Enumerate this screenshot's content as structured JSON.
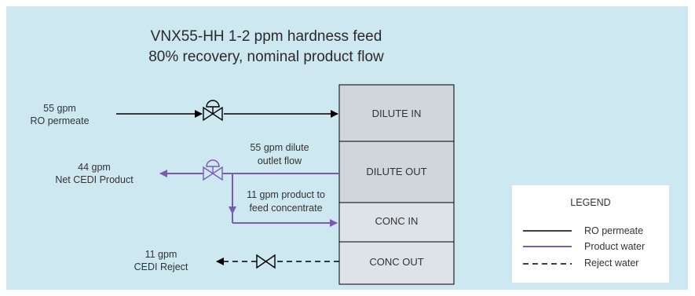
{
  "title": {
    "line1": "VNX55-HH 1-2 ppm hardness feed",
    "line2": "80% recovery, nominal product flow"
  },
  "stack": {
    "dilute_in": "DILUTE IN",
    "dilute_out": "DILUTE OUT",
    "conc_in": "CONC IN",
    "conc_out": "CONC OUT"
  },
  "flows": {
    "ro_permeate_rate": "55 gpm",
    "ro_permeate_name": "RO permeate",
    "net_product_rate": "44 gpm",
    "net_product_name": "Net CEDI Product",
    "dilute_outlet_line1": "55 gpm dilute",
    "dilute_outlet_line2": "outlet flow",
    "product_to_conc_line1": "11 gpm product to",
    "product_to_conc_line2": "feed concentrate",
    "reject_rate": "11 gpm",
    "reject_name": "CEDI Reject"
  },
  "legend": {
    "title": "LEGEND",
    "items": [
      {
        "label": "RO permeate",
        "style": "solid",
        "color": "#000000"
      },
      {
        "label": "Product water",
        "style": "solid",
        "color": "#7b5ab0"
      },
      {
        "label": "Reject water",
        "style": "dashed",
        "color": "#000000"
      }
    ]
  },
  "colors": {
    "background": "#cde8f0",
    "dilute_in_fill": "#cfd6dc",
    "dilute_out_fill": "#cfd6dc",
    "conc_fill": "#dde3e7",
    "product_line": "#7b5ab0",
    "ro_line": "#000000"
  }
}
